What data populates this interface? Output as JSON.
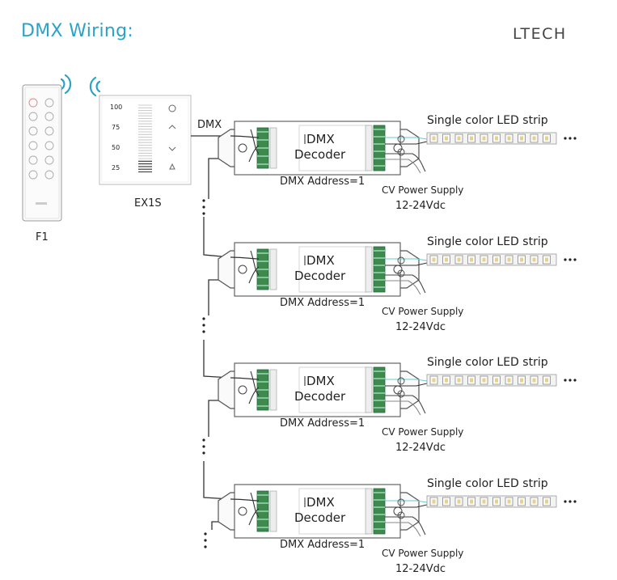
{
  "title": "DMX Wiring:",
  "brand": "LTECH",
  "remote": {
    "label": "F1"
  },
  "panel": {
    "label": "EX1S",
    "scale": [
      "100",
      "75",
      "50",
      "25"
    ]
  },
  "bus_label": "DMX",
  "decoders": [
    {
      "name_line1": "DMX",
      "name_line2": "Decoder",
      "address": "DMX Address=1",
      "strip_label": "Single color LED strip",
      "power_label": "CV Power Supply",
      "power_voltage": "12-24Vdc"
    },
    {
      "name_line1": "DMX",
      "name_line2": "Decoder",
      "address": "DMX Address=1",
      "strip_label": "Single color LED strip",
      "power_label": "CV Power Supply",
      "power_voltage": "12-24Vdc"
    },
    {
      "name_line1": "DMX",
      "name_line2": "Decoder",
      "address": "DMX Address=1",
      "strip_label": "Single color LED strip",
      "power_label": "CV Power Supply",
      "power_voltage": "12-24Vdc"
    },
    {
      "name_line1": "DMX",
      "name_line2": "Decoder",
      "address": "DMX Address=1",
      "strip_label": "Single color LED strip",
      "power_label": "CV Power Supply",
      "power_voltage": "12-24Vdc"
    }
  ],
  "colors": {
    "accent": "#2aa3c6",
    "terminal": "#3d8a4c",
    "wire": "#333333"
  }
}
